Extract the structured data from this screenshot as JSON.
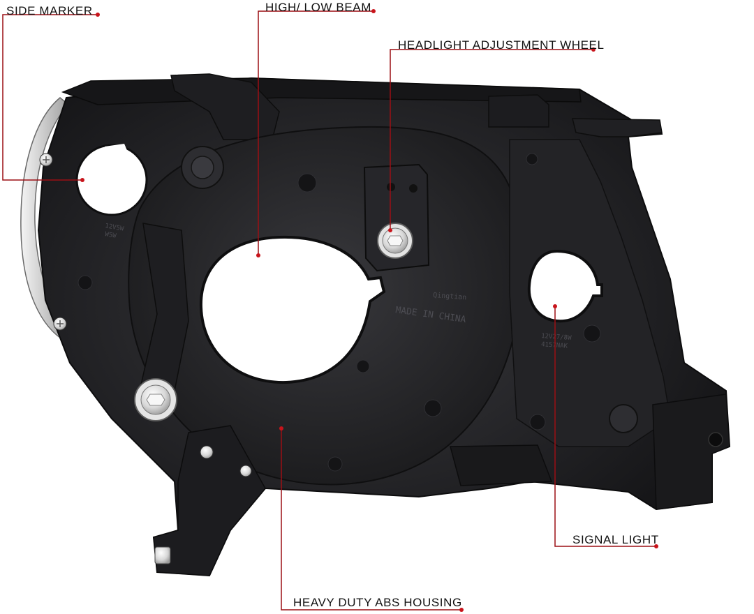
{
  "colors": {
    "callout_line": "#9b0f14",
    "callout_dot": "#c8141b",
    "housing_dark": "#1b1b1d",
    "housing_mid": "#2a2a2d",
    "label_text": "#111111"
  },
  "callouts": [
    {
      "id": "side-marker",
      "text": "SIDE MARKER"
    },
    {
      "id": "high-low-beam",
      "text": "HIGH/ LOW BEAM"
    },
    {
      "id": "headlight-adjustment-wheel",
      "text": "HEADLIGHT ADJUSTMENT WHEEL"
    },
    {
      "id": "signal-light",
      "text": "SIGNAL LIGHT"
    },
    {
      "id": "heavy-duty-abs-housing",
      "text": "HEAVY DUTY ABS HOUSING"
    }
  ],
  "housing_markings": {
    "brand": "Qingtian",
    "origin": "MADE IN CHINA",
    "bulb_spec_signal": "12V27/8W",
    "bulb_code_signal": "4157NAK",
    "bulb_spec_marker": "12V5W",
    "bulb_code_marker": "W5W"
  },
  "icons": [
    "screw-icon",
    "bulb-socket-icon",
    "adjuster-knob-icon"
  ]
}
